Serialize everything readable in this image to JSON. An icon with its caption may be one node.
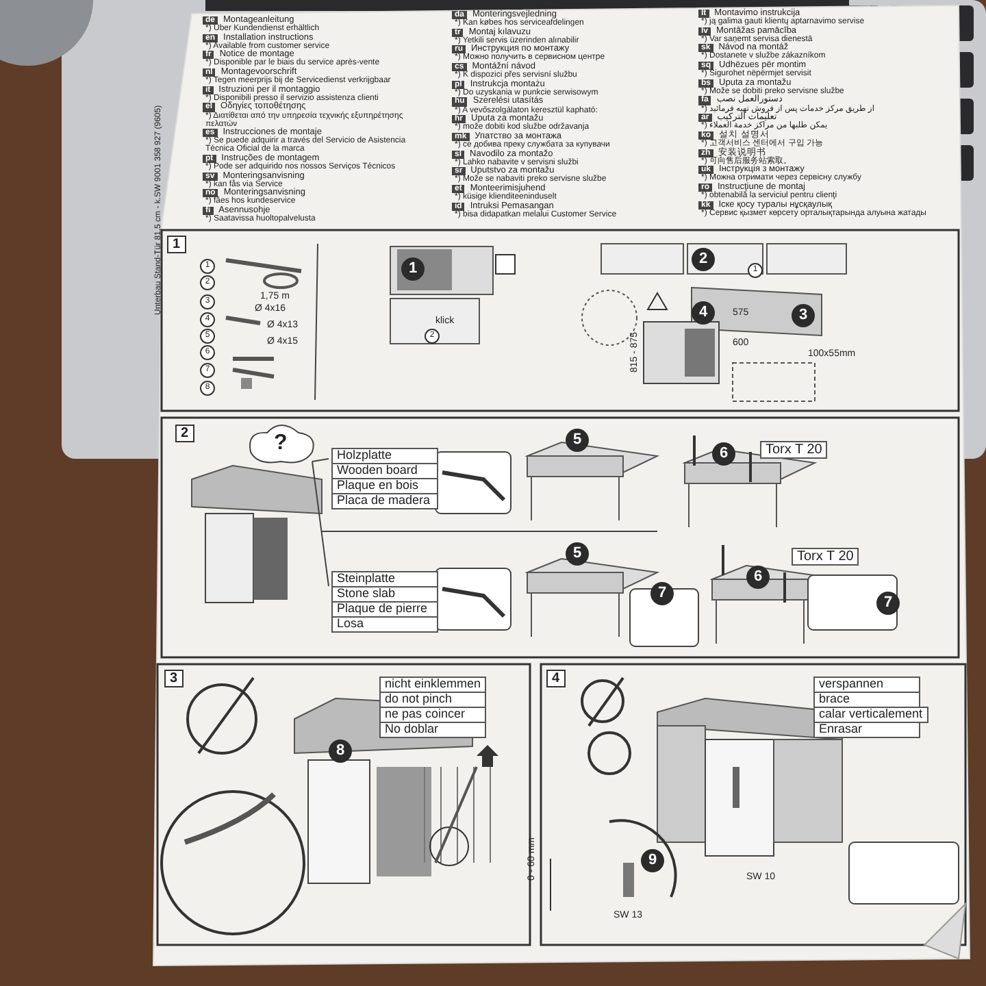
{
  "diagram": {
    "labels": [
      "de",
      "Montageanleitung",
      "*) Über Kundendienst erhältlich",
      "en",
      "Installation instructions",
      "*) Available from customer service",
      "fr",
      "Notice de montage",
      "*) Disponible par le biais du service après-vente",
      "nl",
      "Montagevoorschrift",
      "*) Tegen meerprijs bij de Servicedienst verkrijgbaar",
      "it",
      "Istruzioni per il montaggio",
      "*) Disponibili presso il servizio assistenza clienti",
      "el",
      "Οδηγίες τοποθέτησης",
      "*) Διατίθεται από την υπηρεσία τεχνικής εξυπηρέτησης πελατών",
      "es",
      "Instrucciones de montaje",
      "*) Se puede adquirir a través del Servicio de Asistencia Técnica Oficial de la marca",
      "pt",
      "Instruções de montagem",
      "*) Pode ser adquirido nos nossos Serviços Técnicos",
      "sv",
      "Monteringsanvisning",
      "*) kan fås via Service",
      "no",
      "Monteringsanvisning",
      "*) fåes hos kundeservice",
      "fi",
      "Asennusohje",
      "*) Saatavissa huoltopalvelusta",
      "da",
      "Monteringsvejledning",
      "*) Kan købes hos serviceafdelingen",
      "tr",
      "Montaj kılavuzu",
      "*) Yetkili servis üzerinden alınabilir",
      "ru",
      "Инструкция по монтажу",
      "*) Можно получить в сервисном центре",
      "cs",
      "Montážní návod",
      "*) K dispozici přes servisní službu",
      "pl",
      "Instrukcja montażu",
      "*) Do uzyskania w punkcie serwisowym",
      "hu",
      "Szerelési utasítás",
      "*) A vevőszolgálaton keresztül kapható:",
      "hr",
      "Uputa za montažu",
      "*) može dobiti kod službe održavanja",
      "mk",
      "Упатство за монтажа",
      "*) се добива преку службата за купувачи",
      "sl",
      "Navodilo za montažo",
      "*) Lahko nabavite v servisni službi",
      "sr",
      "Uputstvo za montažu",
      "*) Može se nabaviti preko servisne službe",
      "et",
      "Monteerimisjuhend",
      "*) küsige klienditeeninduselt",
      "id",
      "Intruksi Pemasangan",
      "*) bisa didapatkan melalui Customer Service",
      "lt",
      "Montavimo instrukcija",
      "*) ją galima gauti klientų aptarnavimo servise",
      "lv",
      "Montāžas pamācība",
      "*) Var saņemt servisa dienestā",
      "sk",
      "Návod na montáž",
      "*) Dostanete v službe zákazníkom",
      "sq",
      "Udhëzues për montim",
      "*) Sigurohet nëpërmjet servisit",
      "bs",
      "Uputa za montažu",
      "*) Može se dobiti preko servisne službe",
      "fa",
      "دستورالعمل نصب",
      "*) از طریق مرکز خدمات پس از فروش تهیه فرمائید",
      "ar",
      "تعليمات التركيب",
      "*) يمكن طلبها من مراكز خدمة العملاء",
      "ko",
      "설치 설명서",
      "*) 고객서비스 센터에서 구입 가능",
      "zh",
      "安装说明书",
      "*) 可向售后服务站索取。",
      "uk",
      "Інструкція з монтажу",
      "*) Можна отримати через сервісну службу",
      "ro",
      "Instrucţiune de montaj",
      "*) obtenabilă la serviciul pentru clienţi",
      "kk",
      "Іске қосу туралы нұсқаулық",
      "*) Сервис қызмет көрсету орталықтарында алуына жатады",
      "Unterbau Stand-Tür 81,5 cm - k.SW 9001 358 927 (9605)",
      "1",
      "1",
      "2",
      "3",
      "4",
      "5",
      "6",
      "7",
      "8",
      "1,75 m",
      "Ø 4x16",
      "Ø 4x13",
      "Ø 4x15",
      "1",
      "klick",
      "2",
      "2",
      "1",
      "4",
      "3",
      "575",
      "600",
      "815 - 875",
      "100x55mm",
      "2",
      "?",
      "Holzplatte",
      "Wooden board",
      "Plaque en bois",
      "Placa de madera",
      "5",
      "6",
      "Torx T 20",
      "Steinplatte",
      "Stone slab",
      "Plaque de pierre",
      "Losa",
      "5",
      "6",
      "Torx T 20",
      "7",
      "7",
      "3",
      "nicht einklemmen",
      "do not pinch",
      "ne pas coincer",
      "No doblar",
      "8",
      "4",
      "verspannen",
      "brace",
      "calar verticalement",
      "Enrasar",
      "9",
      "0 - 60 mm",
      "SW 10",
      "SW 13"
    ]
  }
}
